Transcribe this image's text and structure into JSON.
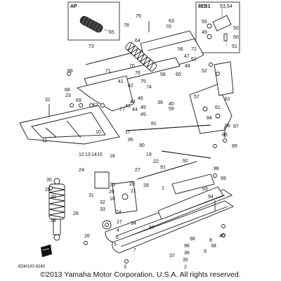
{
  "inset_left": {
    "label": "AP",
    "part": "65"
  },
  "inset_right": {
    "label": "8EB1",
    "parts": [
      "53,54",
      "55",
      "49",
      "50",
      "50",
      "51"
    ]
  },
  "callouts": [
    {
      "t": "79"
    },
    {
      "t": "63"
    },
    {
      "t": "73"
    },
    {
      "t": "64"
    },
    {
      "t": "78"
    },
    {
      "t": "72"
    },
    {
      "t": "70"
    },
    {
      "t": "66"
    },
    {
      "t": "56"
    },
    {
      "t": "47"
    },
    {
      "t": "48"
    },
    {
      "t": "71"
    },
    {
      "t": "41"
    },
    {
      "t": "70"
    },
    {
      "t": "76"
    },
    {
      "t": "75"
    },
    {
      "t": "42"
    },
    {
      "t": "74"
    },
    {
      "t": "52"
    },
    {
      "t": "62"
    },
    {
      "t": "45"
    },
    {
      "t": "46"
    },
    {
      "t": "44"
    },
    {
      "t": "39"
    },
    {
      "t": "40"
    },
    {
      "t": "58"
    },
    {
      "t": "60"
    },
    {
      "t": "57"
    },
    {
      "t": "68"
    },
    {
      "t": "23"
    },
    {
      "t": "69"
    },
    {
      "t": "67"
    },
    {
      "t": "77"
    },
    {
      "t": "43"
    },
    {
      "t": "44"
    },
    {
      "t": "45"
    },
    {
      "t": "61"
    },
    {
      "t": "59"
    },
    {
      "t": "81"
    },
    {
      "t": "61"
    },
    {
      "t": "84"
    },
    {
      "t": "86"
    },
    {
      "t": "87"
    },
    {
      "t": "85"
    },
    {
      "t": "89"
    },
    {
      "t": "31"
    },
    {
      "t": "11"
    },
    {
      "t": "17"
    },
    {
      "t": "10"
    },
    {
      "t": "95"
    },
    {
      "t": "90"
    },
    {
      "t": "12"
    },
    {
      "t": "13"
    },
    {
      "t": "14"
    },
    {
      "t": "15"
    },
    {
      "t": "19"
    },
    {
      "t": "22"
    },
    {
      "t": "18"
    },
    {
      "t": "91"
    },
    {
      "t": "92"
    },
    {
      "t": "88"
    },
    {
      "t": "24"
    },
    {
      "t": "27"
    },
    {
      "t": "28"
    },
    {
      "t": "25"
    },
    {
      "t": "26"
    },
    {
      "t": "16"
    },
    {
      "t": "20"
    },
    {
      "t": "21"
    },
    {
      "t": "32"
    },
    {
      "t": "33"
    },
    {
      "t": "1"
    },
    {
      "t": "99"
    },
    {
      "t": "93"
    },
    {
      "t": "94"
    },
    {
      "t": "30"
    },
    {
      "t": "29"
    },
    {
      "t": "31"
    },
    {
      "t": "28"
    },
    {
      "t": "30"
    },
    {
      "t": "29"
    },
    {
      "t": "24"
    },
    {
      "t": "27"
    },
    {
      "t": "4"
    },
    {
      "t": "34"
    },
    {
      "t": "97"
    },
    {
      "t": "6"
    },
    {
      "t": "5"
    },
    {
      "t": "7"
    },
    {
      "t": "37"
    },
    {
      "t": "96"
    },
    {
      "t": "36"
    },
    {
      "t": "35"
    },
    {
      "t": "98"
    },
    {
      "t": "2"
    },
    {
      "t": "3"
    },
    {
      "t": "40"
    },
    {
      "t": "38"
    },
    {
      "t": "9"
    },
    {
      "t": "8"
    },
    {
      "t": "26"
    }
  ],
  "diagram_code": "8DM100-9240",
  "copyright": "©2013 Yamaha Motor Corporation, U.S.A. All rights reserved."
}
